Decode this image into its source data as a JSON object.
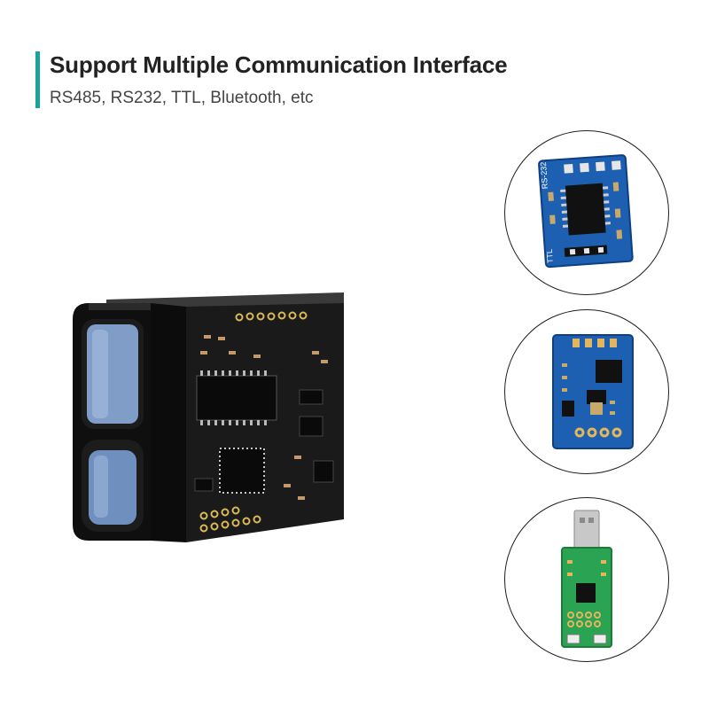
{
  "header": {
    "title": "Support Multiple Communication Interface",
    "subtitle": "RS485, RS232, TTL, Bluetooth, etc"
  },
  "boards": {
    "rs232_ttl": {
      "label_top": "RS-232",
      "label_bottom": "TTL"
    }
  },
  "colors": {
    "accent": "#1aa39a",
    "blue_pcb": "#1d5fb0",
    "green_pcb": "#2aa352",
    "module_body": "#111111"
  },
  "icons": {
    "main_product": "laser-rangefinder-module",
    "board_1": "rs232-ttl-converter-board",
    "board_2": "rs485-converter-board",
    "board_3": "usb-adapter-board"
  }
}
